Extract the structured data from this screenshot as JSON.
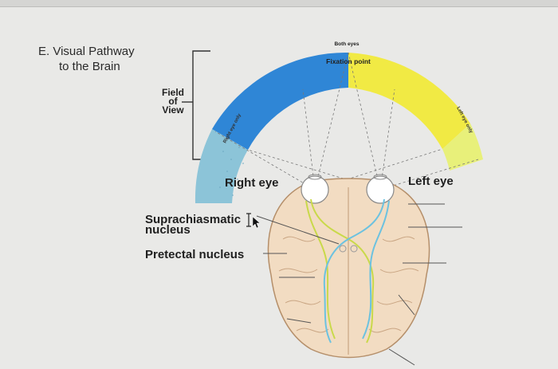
{
  "heading": {
    "line1": "E. Visual Pathway",
    "line2": "to the Brain"
  },
  "field_of_view": {
    "line1": "Field",
    "line2": "of",
    "line3": "View"
  },
  "arc_labels": {
    "both_eyes": "Both eyes",
    "fixation_point": "Fixation point",
    "right_eye_only": "Right eye only",
    "left_eye_only": "Left eye only"
  },
  "eye_labels": {
    "right": "Right eye",
    "left": "Left eye"
  },
  "nuclei": {
    "suprachiasmatic_line1": "Suprachiasmatic",
    "suprachiasmatic_line2": "nucleus",
    "pretectal": "Pretectal nucleus"
  },
  "colors": {
    "right_field": "#2f86d6",
    "left_field": "#f1ea44",
    "right_only": "#8cc4d8",
    "left_only": "#e8f07a",
    "brain": "#f2dcc2",
    "brain_outline": "#b58f6a",
    "right_pathway": "#6cc2e0",
    "left_pathway": "#c9d94a"
  }
}
